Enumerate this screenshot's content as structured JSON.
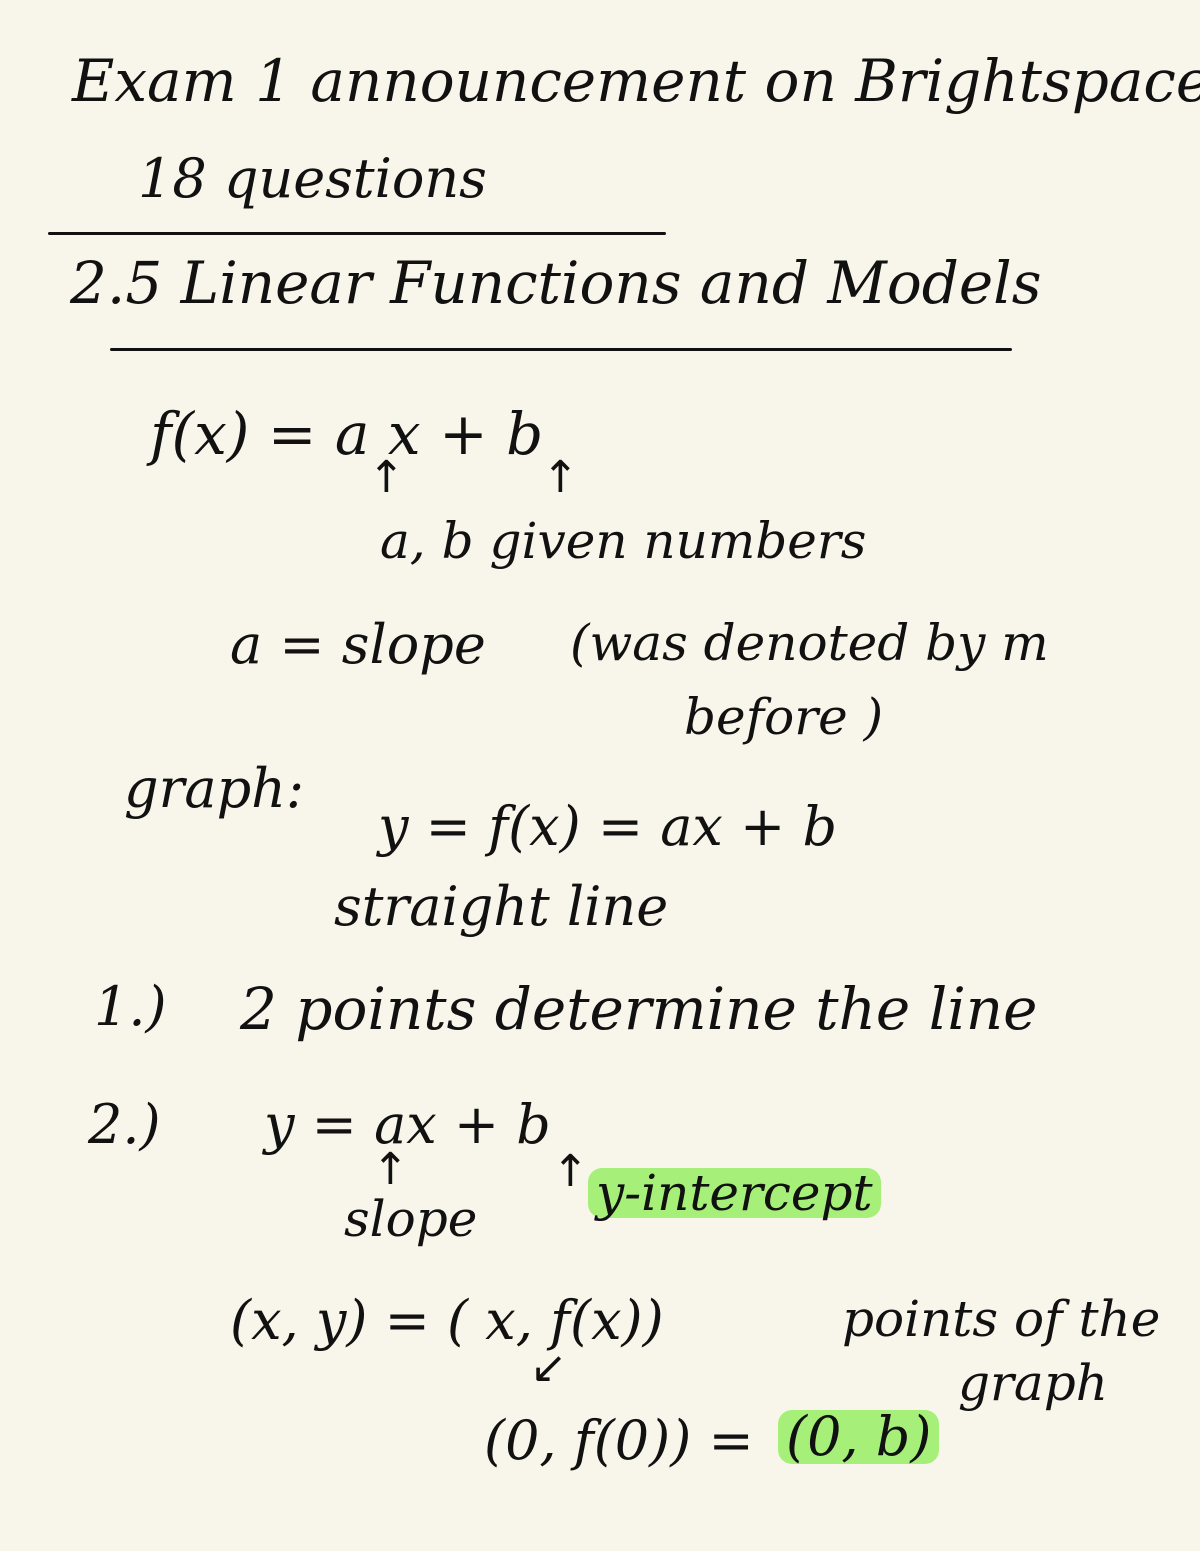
{
  "note": {
    "announcement": "Exam 1 announcement on Brightspace",
    "question_count": "18 questions",
    "section_title": "2.5 Linear Functions and Models",
    "formula": "f(x) = a x + b",
    "ab_note": "a, b given numbers",
    "slope_def": "a = slope",
    "slope_paren_1": "(was denoted by m",
    "slope_paren_2": "before )",
    "graph_label": "graph:",
    "graph_eq": "y = f(x) = ax + b",
    "straight_line": "straight line",
    "item1_num": "1.)",
    "item1_text": "2 points determine the line",
    "item2_num": "2.)",
    "item2_eq": "y = ax + b",
    "slope_label": "slope",
    "intercept_label": "y-intercept",
    "points_eq": "(x, y) = ( x, f(x))",
    "points_label_1": "points of the",
    "points_label_2": "graph",
    "zero_eq": "(0, f(0)) =",
    "zero_point": "(0, b)"
  },
  "colors": {
    "paper": "#f8f6ea",
    "ink": "#111111",
    "highlight": "#a6f07a"
  }
}
